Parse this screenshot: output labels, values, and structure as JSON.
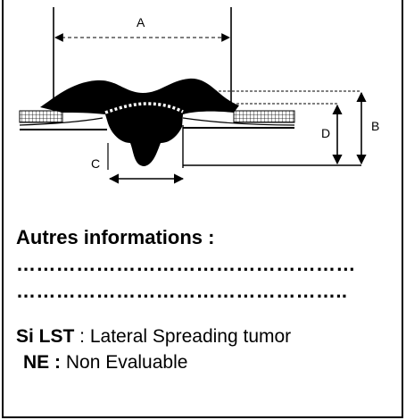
{
  "diagram": {
    "labels": {
      "a": "A",
      "b": "B",
      "c": "C",
      "d": "D"
    }
  },
  "info": {
    "heading": "Autres informations :",
    "line1": "……………………………………………",
    "line2": "…………………………………………..",
    "legend": [
      {
        "abbr": "Si LST",
        "separator": " : ",
        "text": "Lateral Spreading tumor"
      },
      {
        "abbr": "NE :",
        "separator": " ",
        "text": "Non Evaluable"
      }
    ]
  }
}
